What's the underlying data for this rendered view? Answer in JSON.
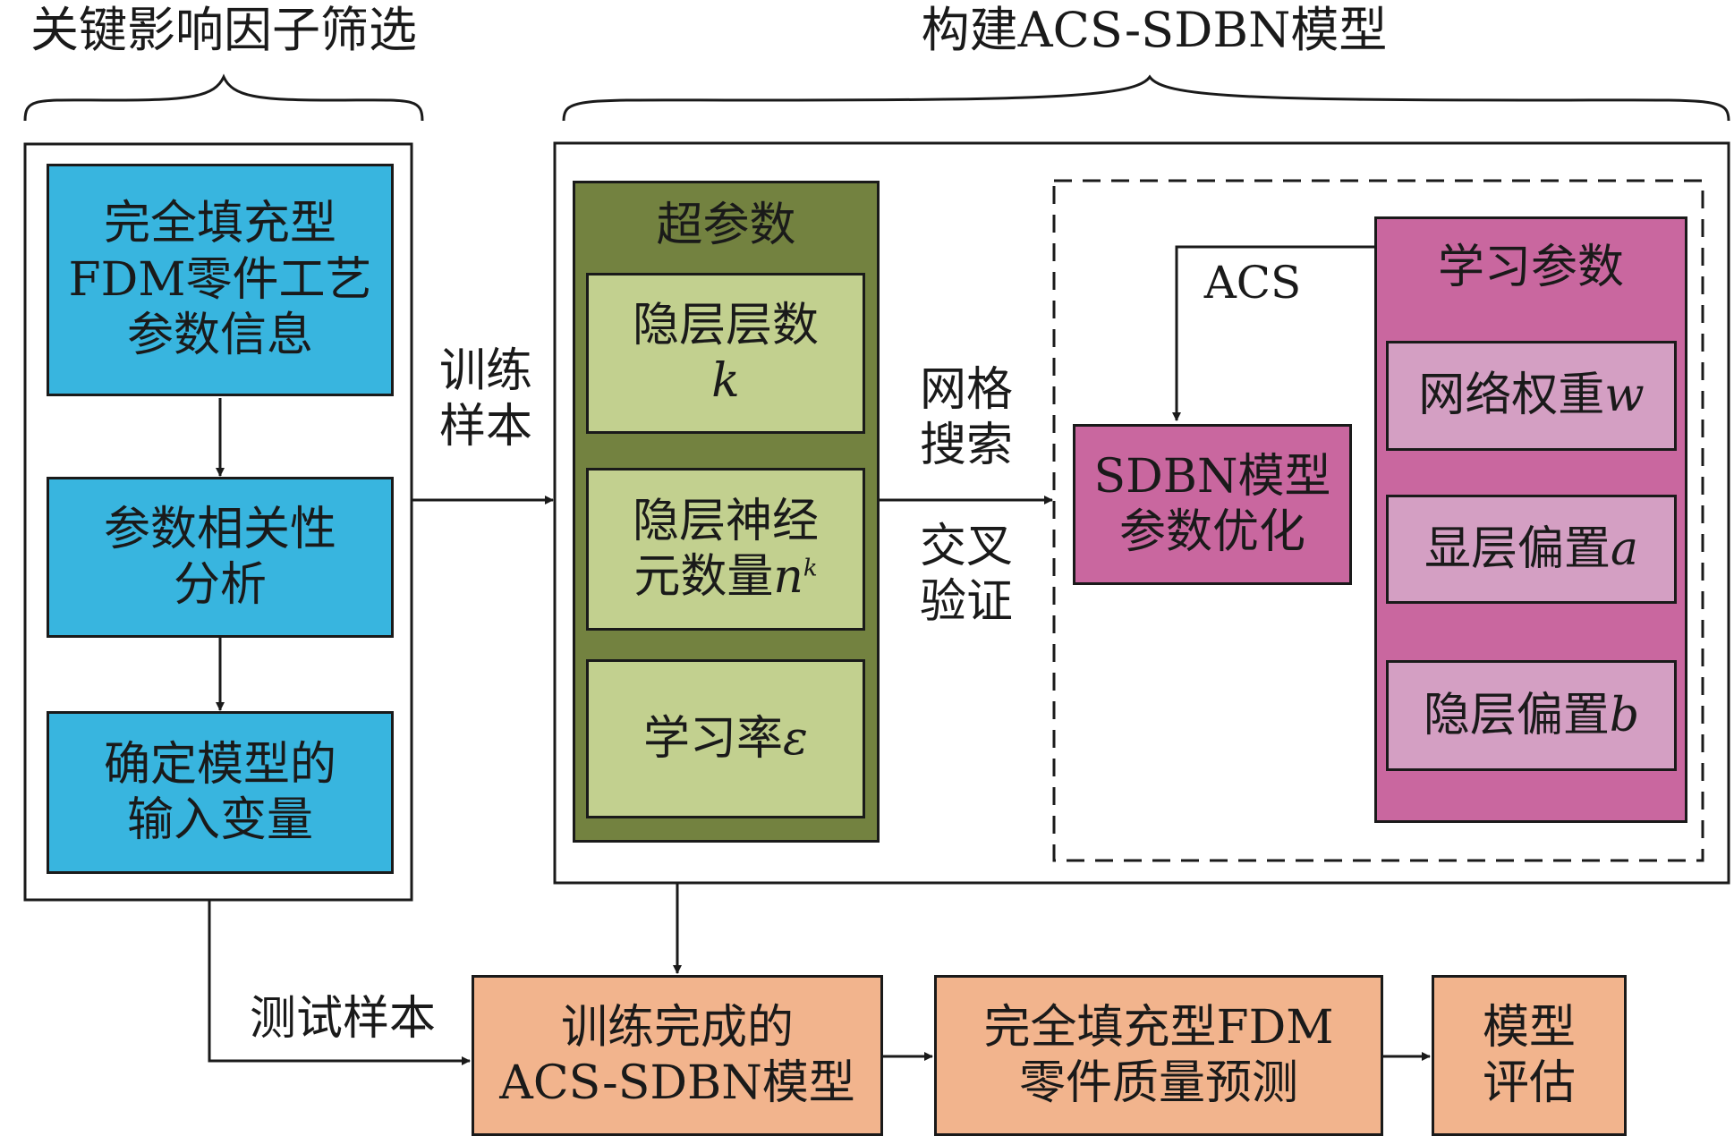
{
  "headers": {
    "left": "关键影响因子筛选",
    "right": "构建ACS-SDBN模型"
  },
  "left_panel": {
    "box1": [
      "完全填充型",
      "FDM零件工艺",
      "参数信息"
    ],
    "box2": [
      "参数相关性",
      "分析"
    ],
    "box3": [
      "确定模型的",
      "输入变量"
    ]
  },
  "labels": {
    "train_samples": [
      "训练",
      "样本"
    ],
    "test_samples": "测试样本",
    "grid_search": [
      "网格",
      "搜索"
    ],
    "cross_validation": [
      "交叉",
      "验证"
    ],
    "acs": "ACS"
  },
  "hyperparams": {
    "title": "超参数",
    "p1": {
      "line1": "隐层层数",
      "var": "k"
    },
    "p2": {
      "line1": "隐层神经",
      "line2": "元数量",
      "var": "n",
      "sup": "k"
    },
    "p3": {
      "text": "学习率",
      "var": "ε"
    }
  },
  "sdbn_opt": [
    "SDBN模型",
    "参数优化"
  ],
  "learning_params": {
    "title": "学习参数",
    "p1": {
      "text": "网络权重",
      "var": "w"
    },
    "p2": {
      "text": "显层偏置",
      "var": "a"
    },
    "p3": {
      "text": "隐层偏置",
      "var": "b"
    }
  },
  "bottom": {
    "trained": [
      "训练完成的",
      "ACS-SDBN模型"
    ],
    "predict": [
      "完全填充型FDM",
      "零件质量预测"
    ],
    "evaluate": [
      "模型",
      "评估"
    ]
  },
  "colors": {
    "blue": "#38b5df",
    "olive": "#738240",
    "sage": "#c2d08f",
    "pink": "#c9679f",
    "light_pink": "#d49fc3",
    "peach": "#f2b48d"
  }
}
